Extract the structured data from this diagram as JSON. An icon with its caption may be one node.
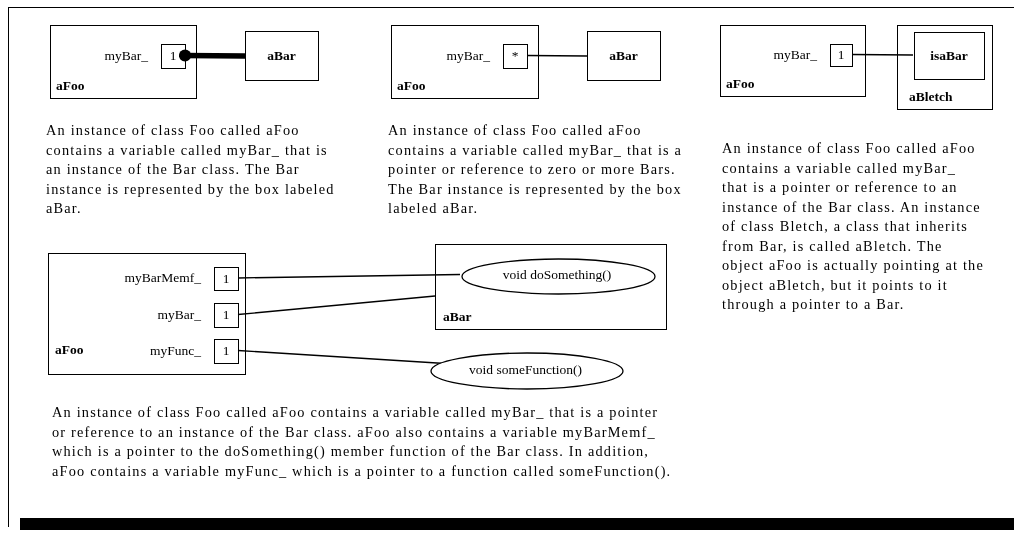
{
  "diagram": {
    "nodes": [
      {
        "text": [
          "aFoo"
        ]
      },
      {
        "text": [
          "1"
        ],
        "in": 0,
        "beside": [
          "myBar_"
        ]
      },
      {
        "text": [
          "aBar"
        ]
      },
      {
        "text": [
          "aFoo"
        ]
      },
      {
        "text": [
          "*"
        ],
        "in": 3,
        "beside": [
          "myBar_"
        ]
      },
      {
        "text": [
          "aBar"
        ]
      },
      {
        "text": [
          "aFoo"
        ]
      },
      {
        "text": [
          "1"
        ],
        "in": 6,
        "beside": [
          "myBar_"
        ]
      },
      {
        "text": [
          "aBletch"
        ]
      },
      {
        "text": [
          "isaBar"
        ],
        "in": 8
      },
      {
        "text": [
          "aFoo"
        ]
      },
      {
        "text": [
          "1"
        ],
        "in": 10,
        "beside": [
          "myBarMemf_"
        ]
      },
      {
        "text": [
          "1"
        ],
        "in": 10,
        "beside": [
          "myBar_"
        ]
      },
      {
        "text": [
          "1"
        ],
        "in": 10,
        "beside": [
          "myFunc_"
        ]
      },
      {
        "text": [
          "aBar"
        ]
      },
      {
        "text": [
          "void doSomething()"
        ],
        "in": 14
      },
      {
        "text": [
          "void someFunction()"
        ]
      }
    ],
    "edges": [
      {
        "from": 1,
        "to": 2,
        "arrow": "other",
        "style": "thick"
      },
      {
        "from": 4,
        "to": 5,
        "arrow": "none"
      },
      {
        "from": 7,
        "to": 9,
        "arrow": "none"
      },
      {
        "from": 11,
        "to": 15,
        "arrow": "none"
      },
      {
        "from": 12,
        "to": 14,
        "arrow": "none"
      },
      {
        "from": 13,
        "to": 16,
        "arrow": "none"
      }
    ],
    "labels": [
      "An instance of class Foo called aFoo contains a variable called myBar_ that is an instance of the Bar class. The Bar instance is represented by the box labeled aBar.",
      "An instance of class Foo called aFoo contains a variable called myBar_ that is a pointer or reference to zero or more Bars. The Bar instance is represented by the box labeled aBar.",
      "An instance of class Foo called aFoo contains a variable called myBar_ that is a pointer or reference to an instance of the Bar class. An instance of class Bletch, a class that inherits from Bar, is called aBletch. The object aFoo is actually pointing at the object aBletch, but it points to it through a pointer to a Bar.",
      "An instance of class Foo called aFoo contains a variable called myBar_ that is a pointer or reference to an instance of the Bar class. aFoo also contains a variable myBarMemf_ which is a pointer to the doSomething() member function of the Bar class. In addition, aFoo contains a variable myFunc_ which is a pointer to a function called someFunction()."
    ]
  }
}
